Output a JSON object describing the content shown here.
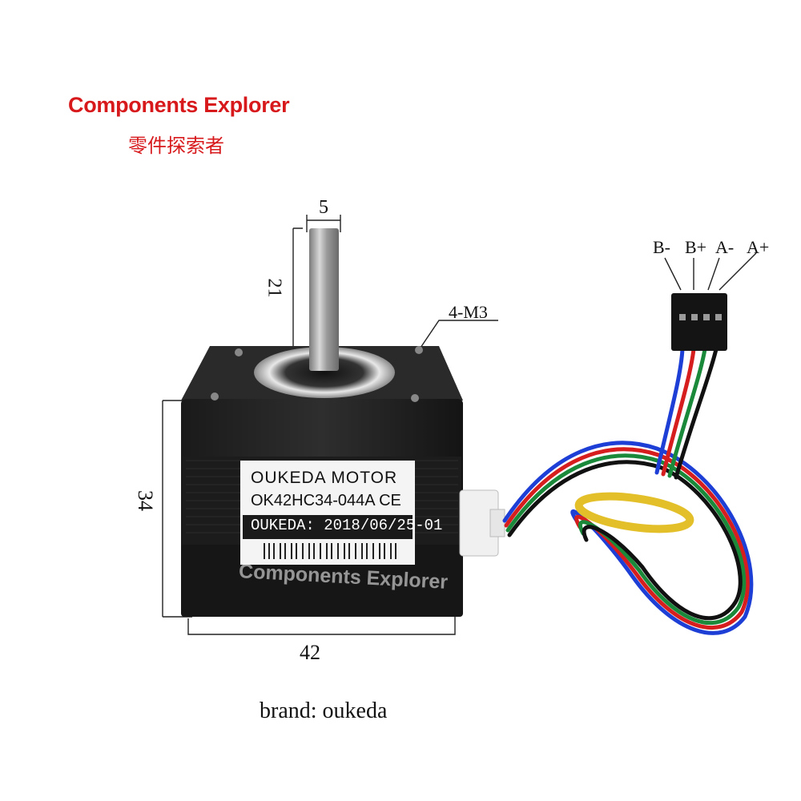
{
  "header": {
    "brand_en": "Components Explorer",
    "brand_cn": "零件探索者"
  },
  "dimensions": {
    "shaft_diameter": "5",
    "shaft_length": "21",
    "mount_holes": "4-M3",
    "body_height": "34",
    "body_width": "42"
  },
  "connector": {
    "pins": [
      "B-",
      "B+",
      "A-",
      "A+"
    ],
    "wire_colors": [
      "#1e3fd6",
      "#d61e1e",
      "#1a8a3a",
      "#111111"
    ]
  },
  "motor_label": {
    "line1": "OUKEDA MOTOR",
    "line2": "OK42HC34-044A",
    "certification": "CE",
    "line3": "OUKEDA: 2018/06/25-01"
  },
  "watermark": "Components Explorer",
  "caption": "brand: oukeda"
}
